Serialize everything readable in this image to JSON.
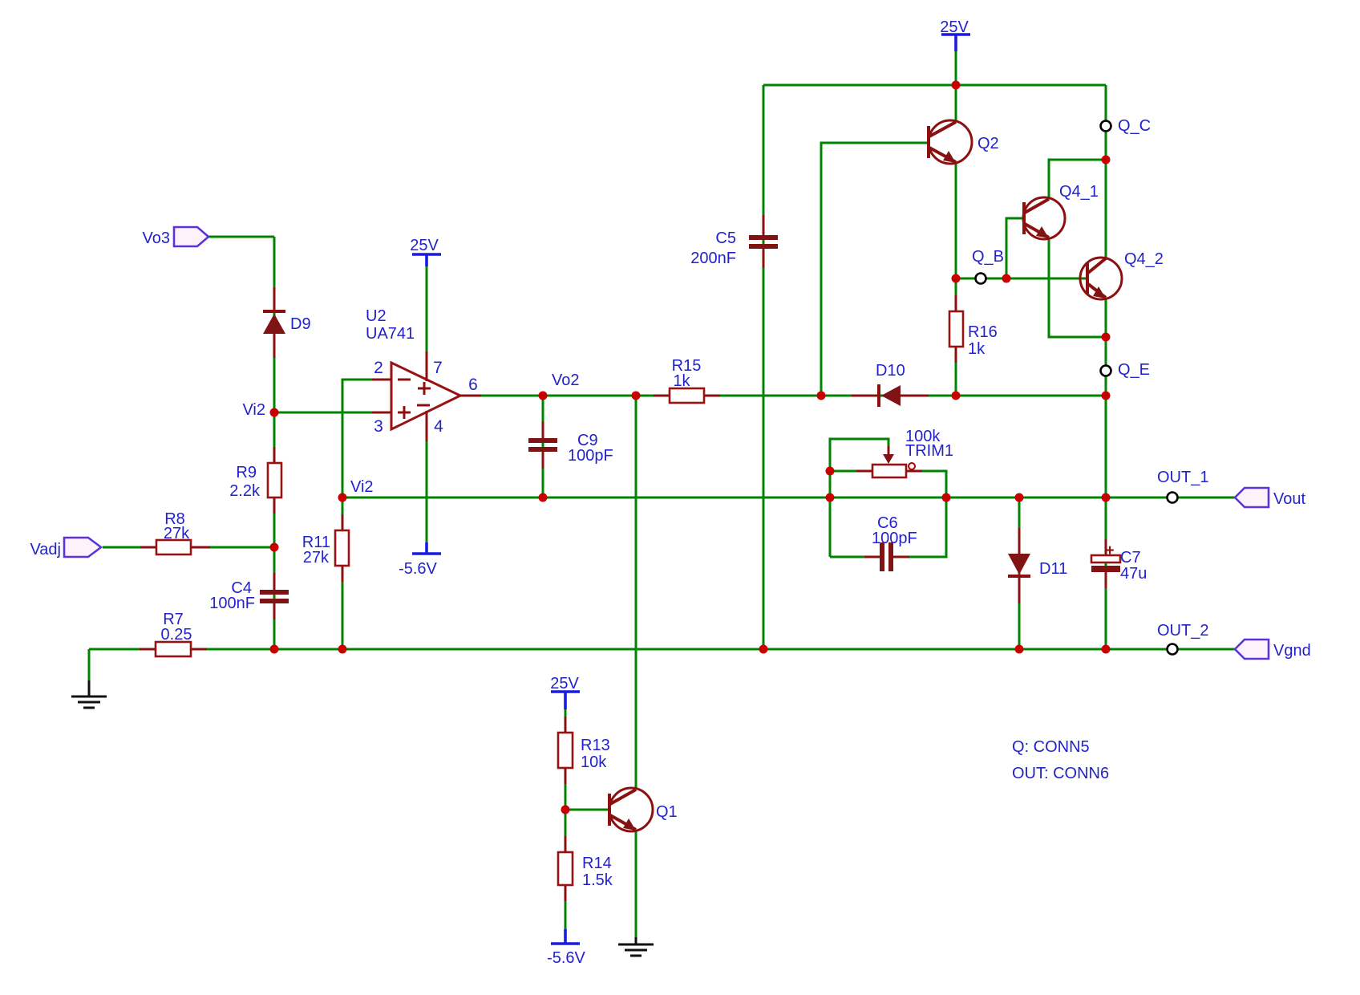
{
  "colors": {
    "wire": "#008400",
    "component": "#8d1010",
    "text": "#2222cc",
    "power": "#1a1ae0",
    "junction": "#c80000",
    "connector_fill": "#fdf2fa",
    "connector_stroke": "#5b33d9",
    "ground": "#111111"
  },
  "components": {
    "opamp": {
      "ref": "U2",
      "part": "UA741",
      "pin_inv": "2",
      "pin_noninv": "3",
      "pin_vplus": "7",
      "pin_vminus": "4",
      "pin_out": "6"
    },
    "resistors": [
      {
        "ref": "R7",
        "value": "0.25"
      },
      {
        "ref": "R8",
        "value": "27k"
      },
      {
        "ref": "R9",
        "value": "2.2k"
      },
      {
        "ref": "R11",
        "value": "27k"
      },
      {
        "ref": "R13",
        "value": "10k"
      },
      {
        "ref": "R14",
        "value": "1.5k"
      },
      {
        "ref": "R15",
        "value": "1k"
      },
      {
        "ref": "R16",
        "value": "1k"
      }
    ],
    "capacitors": [
      {
        "ref": "C4",
        "value": "100nF"
      },
      {
        "ref": "C5",
        "value": "200nF"
      },
      {
        "ref": "C6",
        "value": "100pF"
      },
      {
        "ref": "C7",
        "value": "47u",
        "polarity": "+"
      },
      {
        "ref": "C9",
        "value": "100pF"
      }
    ],
    "diodes": [
      {
        "ref": "D9"
      },
      {
        "ref": "D10"
      },
      {
        "ref": "D11"
      }
    ],
    "transistors": [
      {
        "ref": "Q1"
      },
      {
        "ref": "Q2"
      },
      {
        "ref": "Q4_1"
      },
      {
        "ref": "Q4_2"
      }
    ],
    "trimmer": {
      "ref": "TRIM1",
      "value": "100k"
    }
  },
  "power_rails": {
    "vcc": "25V",
    "vee": "-5.6V"
  },
  "net_labels": {
    "vo3": "Vo3",
    "vadj": "Vadj",
    "vi2": "Vi2",
    "vo2": "Vo2",
    "vout": "Vout",
    "vgnd": "Vgnd",
    "q_b": "Q_B",
    "q_c": "Q_C",
    "q_e": "Q_E",
    "out_1": "OUT_1",
    "out_2": "OUT_2"
  },
  "notes": {
    "q": "Q: CONN5",
    "out": "OUT: CONN6"
  }
}
